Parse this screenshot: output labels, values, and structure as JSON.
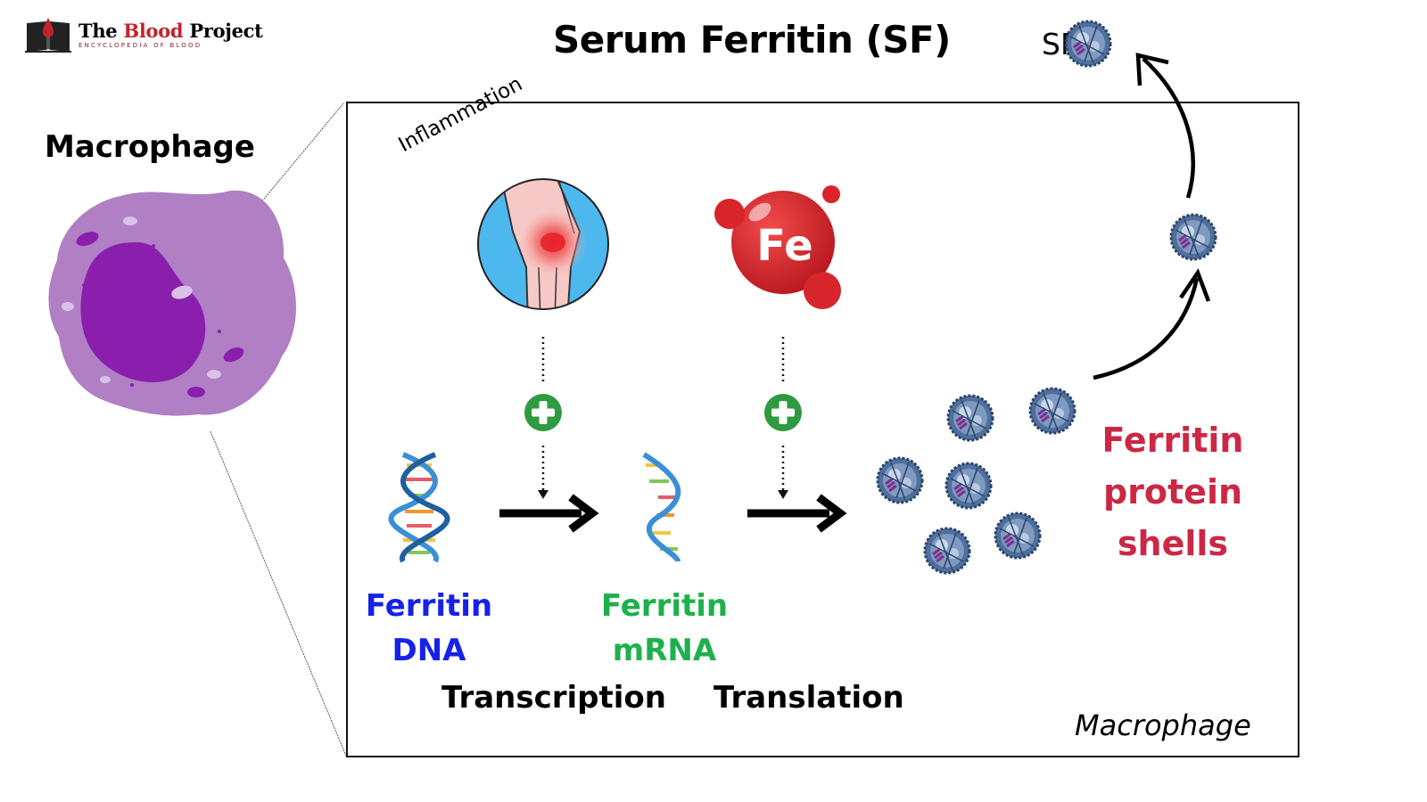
{
  "logo": {
    "name_prefix": "The ",
    "name_highlight": "Blood",
    "name_suffix": " Project",
    "tagline": "ENCYCLOPEDIA OF BLOOD"
  },
  "title": "Serum Ferritin (SF)",
  "sf_label": "SF",
  "macrophage_title": "Macrophage",
  "inflammation_label": "Inflammation",
  "iron_symbol": "Fe",
  "dna_label": [
    "Ferritin",
    "DNA"
  ],
  "mrna_label": [
    "Ferritin",
    "mRNA"
  ],
  "transcription_label": "Transcription",
  "translation_label": "Translation",
  "shells_label": [
    "Ferritin",
    "protein",
    "shells"
  ],
  "inside_label": "Macrophage",
  "colors": {
    "dna_text": "#1622e8",
    "mrna_text": "#1fb04c",
    "shells_text": "#cb2845",
    "plus_badge": "#2f9a3f",
    "iron_sphere": "#d8242b",
    "macrophage_body": "#b07fc4",
    "macrophage_nucleus": "#8a1fad"
  },
  "icons": [
    "book-logo-icon",
    "macrophage-cell-icon",
    "knee-inflammation-icon",
    "iron-atom-icon",
    "plus-icon",
    "dna-helix-icon",
    "mrna-strand-icon",
    "ferritin-protein-icon",
    "arrow-icon"
  ]
}
